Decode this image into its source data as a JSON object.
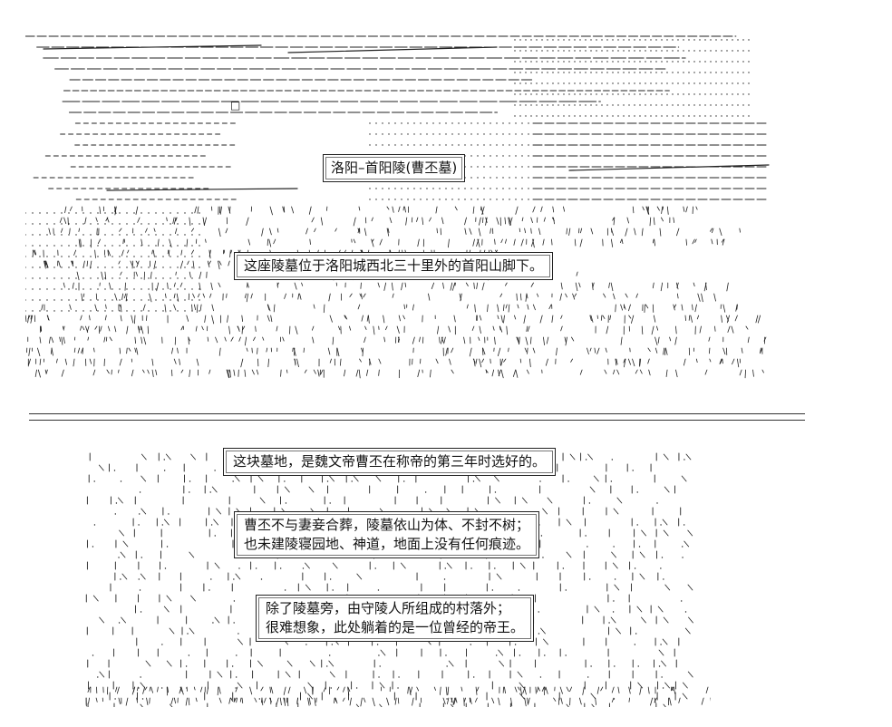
{
  "scene_top": {
    "place_label": "洛阳–首阳陵(曹丕墓)",
    "caption": "这座陵墓位于洛阳城西北三十里外的首阳山脚下。"
  },
  "scene_bottom": {
    "caption_1": "这块墓地，是魏文帝曹丕在称帝的第三年时选好的。",
    "caption_2_lines": [
      "曹丕不与妻妾合葬，陵墓依山为体、不封不树；",
      "也未建陵寝园地、神道，地面上没有任何痕迹。"
    ],
    "caption_3_lines": [
      "除了陵墓旁，由守陵人所组成的村落外；",
      "很难想象，此处躺着的是一位曾经的帝王。"
    ]
  },
  "colors": {
    "ink": "#222222",
    "paper": "#ffffff"
  }
}
